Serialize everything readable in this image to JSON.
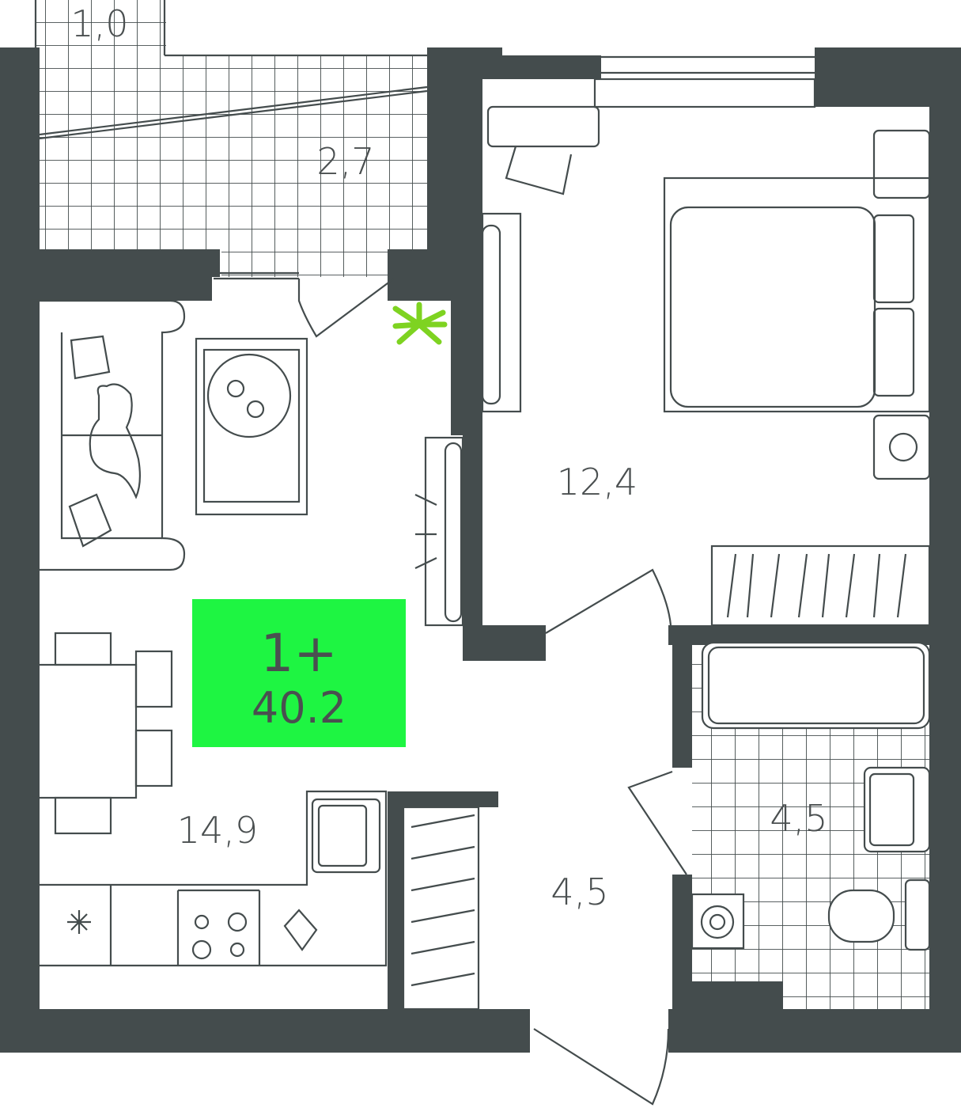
{
  "plan": {
    "badge": {
      "rooms": "1+",
      "total_area": "40.2",
      "color": "#1ef542"
    },
    "rooms": {
      "balcony_small": "1,0",
      "balcony": "2,7",
      "bedroom": "12,4",
      "living_kitchen": "14,9",
      "hallway": "4,5",
      "bathroom": "4,5"
    },
    "colors": {
      "wall": "#444c4d",
      "text": "#4a4f50",
      "plant": "#7ed321"
    }
  }
}
